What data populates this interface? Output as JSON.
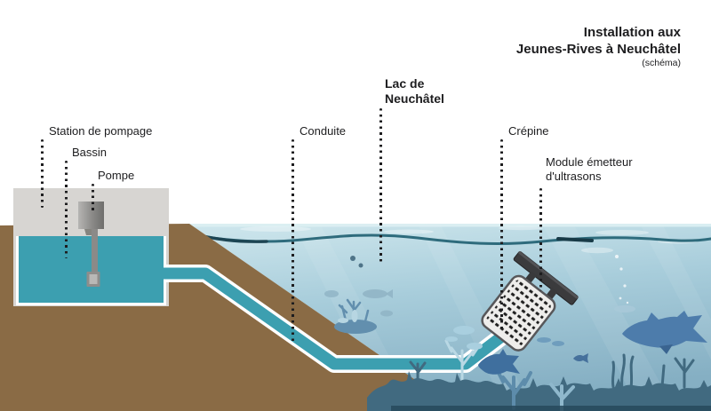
{
  "title": {
    "line1": "Installation aux",
    "line2": "Jeunes-Rives à Neuchâtel",
    "line3": "(schéma)"
  },
  "labels": {
    "station": "Station de pompage",
    "bassin": "Bassin",
    "pompe": "Pompe",
    "conduite": "Conduite",
    "lac": "Lac de\nNeuchâtel",
    "crepine": "Crépine",
    "module": "Module émetteur\nd'ultrasons"
  },
  "colors": {
    "ink": "#1d1d1f",
    "building": "#d7d5d2",
    "ground": "#8a6b45",
    "pipe-teal": "#3c9fb0",
    "wave": "#2e6b7c",
    "water-top": "#cfe7ed",
    "water-mid": "#a8cddb",
    "water-deep": "#85afc3",
    "silhouette": "#416a80",
    "coral-mid": "#628fae",
    "coral-light": "#b7d6e2",
    "fish-blue": "#4d7cab"
  }
}
